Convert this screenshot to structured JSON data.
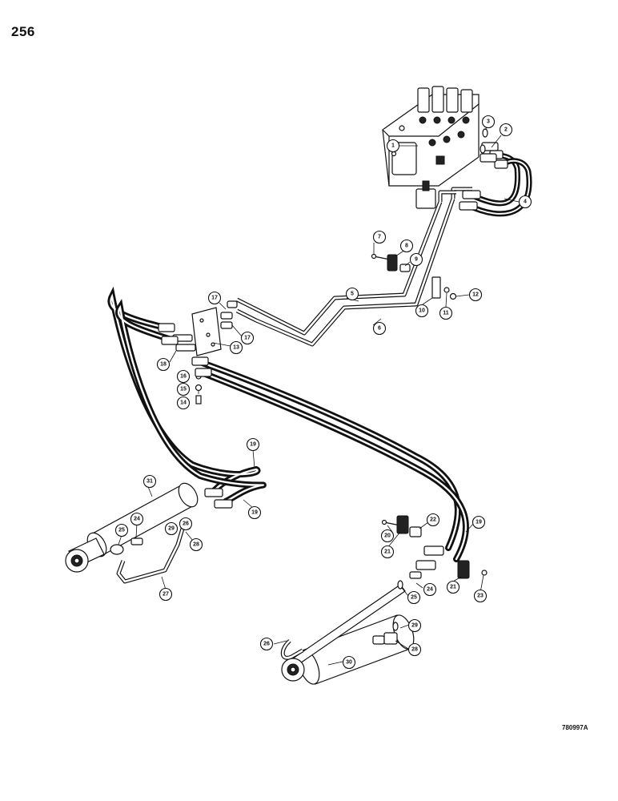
{
  "page": {
    "number": "256",
    "drawing_code": "780997A"
  },
  "callouts": [
    {
      "key": "c1",
      "label": "1"
    },
    {
      "key": "c2",
      "label": "2"
    },
    {
      "key": "c3",
      "label": "3"
    },
    {
      "key": "c4",
      "label": "4"
    },
    {
      "key": "c5",
      "label": "5"
    },
    {
      "key": "c6",
      "label": "6"
    },
    {
      "key": "c7",
      "label": "7"
    },
    {
      "key": "c8",
      "label": "8"
    },
    {
      "key": "c9",
      "label": "9"
    },
    {
      "key": "c10",
      "label": "10"
    },
    {
      "key": "c11",
      "label": "11"
    },
    {
      "key": "c12",
      "label": "12"
    },
    {
      "key": "c13",
      "label": "13"
    },
    {
      "key": "c14",
      "label": "14"
    },
    {
      "key": "c15",
      "label": "15"
    },
    {
      "key": "c16",
      "label": "16"
    },
    {
      "key": "c17a",
      "label": "17"
    },
    {
      "key": "c17b",
      "label": "17"
    },
    {
      "key": "c18",
      "label": "18"
    },
    {
      "key": "c19a",
      "label": "19"
    },
    {
      "key": "c19b",
      "label": "19"
    },
    {
      "key": "c19c",
      "label": "19"
    },
    {
      "key": "c20",
      "label": "20"
    },
    {
      "key": "c21a",
      "label": "21"
    },
    {
      "key": "c21b",
      "label": "21"
    },
    {
      "key": "c22",
      "label": "22"
    },
    {
      "key": "c23",
      "label": "23"
    },
    {
      "key": "c24a",
      "label": "24"
    },
    {
      "key": "c24b",
      "label": "24"
    },
    {
      "key": "c25a",
      "label": "25"
    },
    {
      "key": "c25b",
      "label": "25"
    },
    {
      "key": "c26a",
      "label": "26"
    },
    {
      "key": "c26b",
      "label": "26"
    },
    {
      "key": "c27",
      "label": "27"
    },
    {
      "key": "c28a",
      "label": "28"
    },
    {
      "key": "c28b",
      "label": "28"
    },
    {
      "key": "c29a",
      "label": "29"
    },
    {
      "key": "c29b",
      "label": "29"
    },
    {
      "key": "c30",
      "label": "30"
    },
    {
      "key": "c31",
      "label": "31"
    }
  ]
}
